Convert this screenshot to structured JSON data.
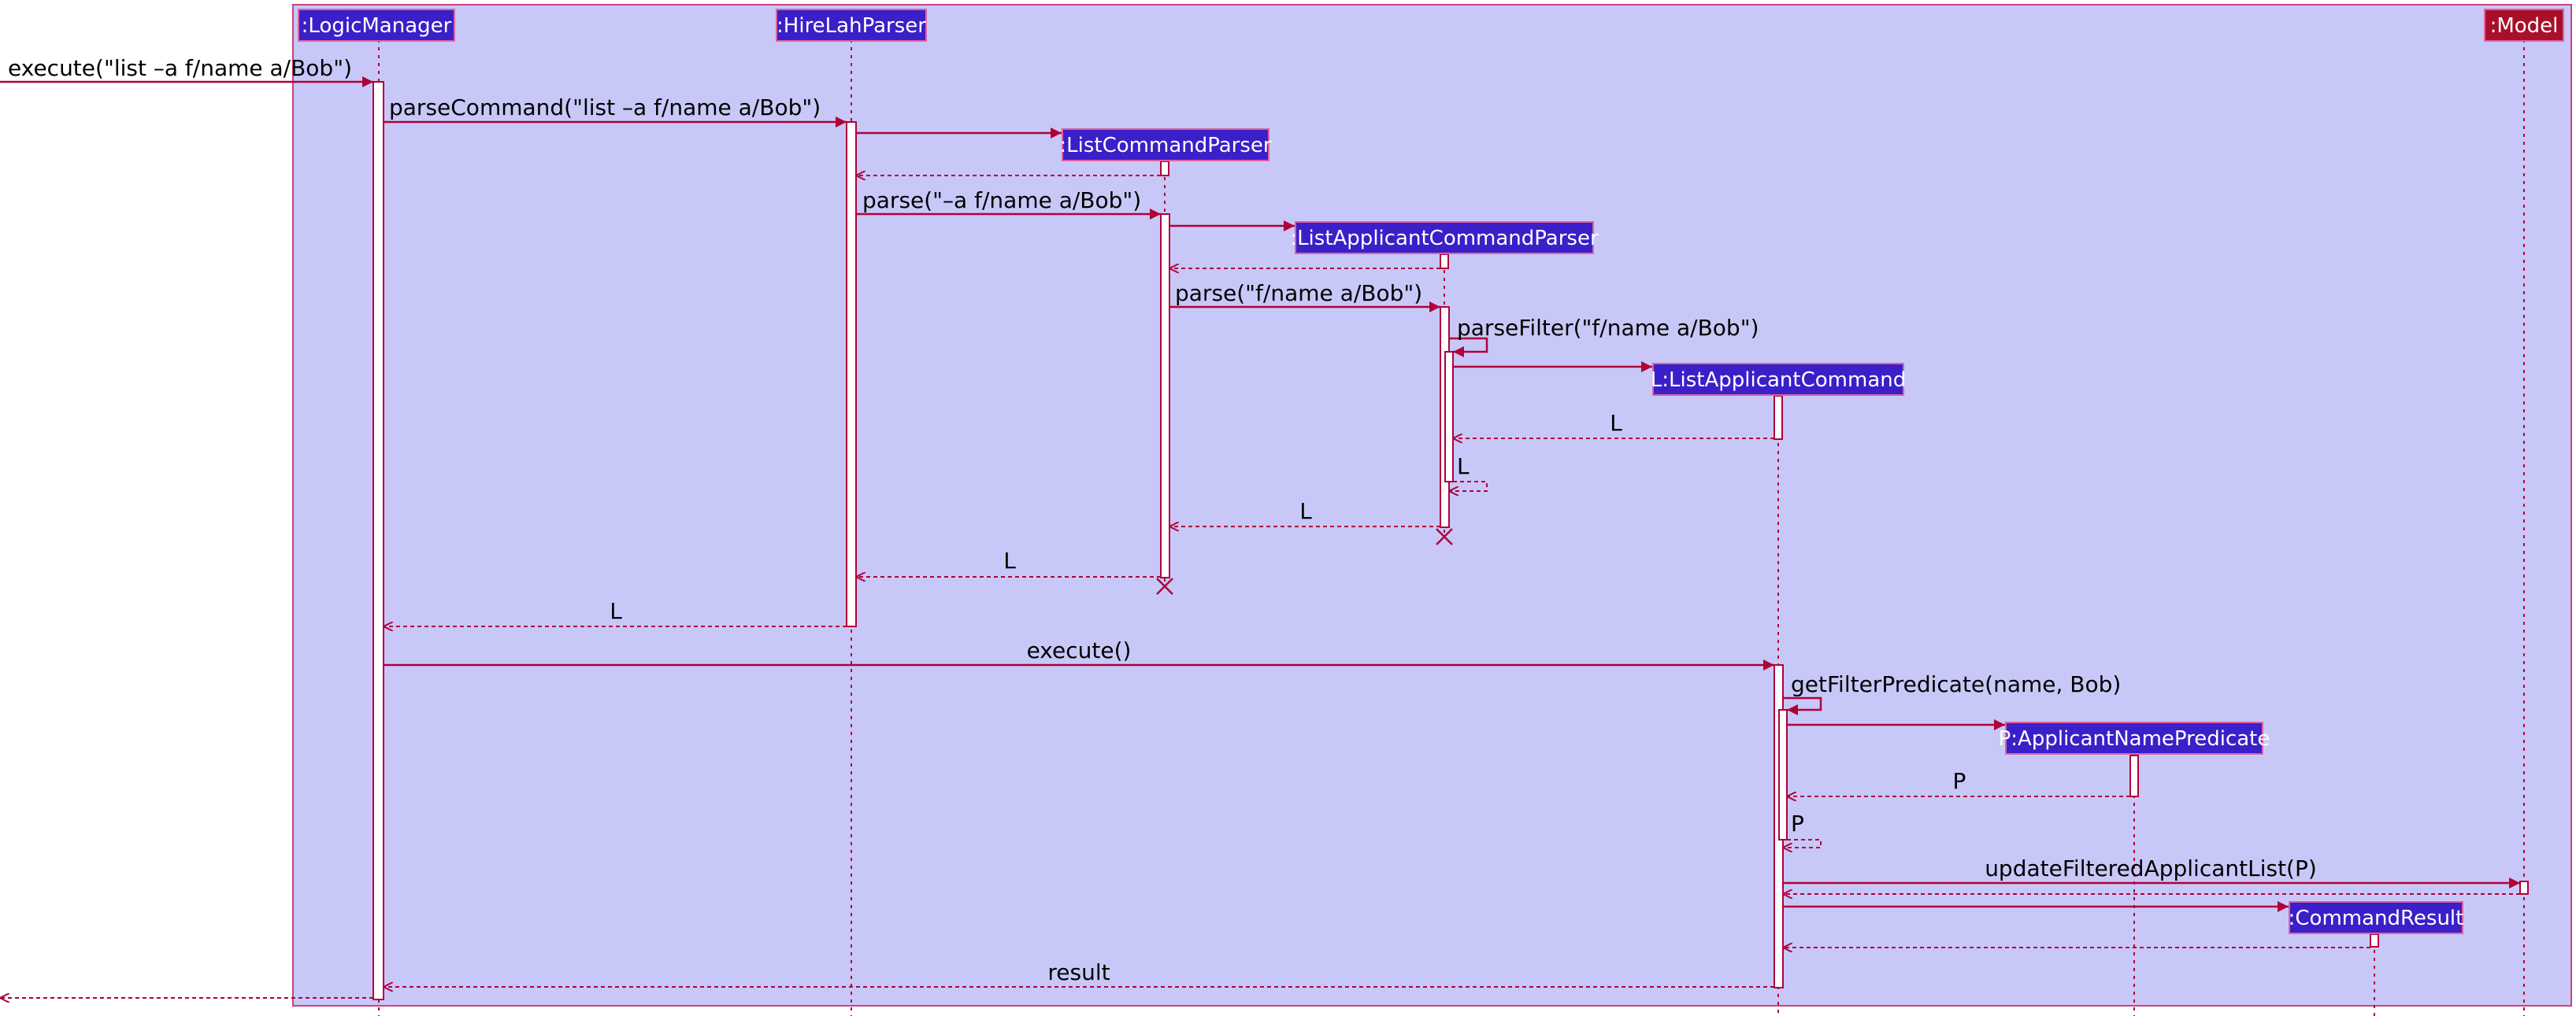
{
  "colors": {
    "frame_fill": "#c8c8f8",
    "frame_stroke": "#d04080",
    "participant_fill": "#3a20c8",
    "model_fill": "#a8102a",
    "line": "#b0003a",
    "activation_fill": "#ffffff"
  },
  "participants": {
    "logic_manager": ":LogicManager",
    "hirelah_parser": ":HireLahParser",
    "list_command_parser": ":ListCommandParser",
    "list_applicant_command_parser": ":ListApplicantCommandParser",
    "list_applicant_command": "L:ListApplicantCommand",
    "applicant_name_predicate": "P:ApplicantNamePredicate",
    "command_result": ":CommandResult",
    "model": ":Model"
  },
  "messages": {
    "execute_input": "execute(\"list –a f/name a/Bob\")",
    "parse_command": "parseCommand(\"list –a f/name a/Bob\")",
    "parse_a": "parse(\"–a f/name a/Bob\")",
    "parse_f": "parse(\"f/name a/Bob\")",
    "parse_filter": "parseFilter(\"f/name a/Bob\")",
    "return_l_1": "L",
    "return_l_self": "L",
    "return_l_2": "L",
    "return_l_3": "L",
    "return_l_4": "L",
    "execute_call": "execute()",
    "get_filter_predicate": "getFilterPredicate(name, Bob)",
    "return_p_1": "P",
    "return_p_self": "P",
    "update_filtered": "updateFilteredApplicantList(P)",
    "result": "result"
  }
}
